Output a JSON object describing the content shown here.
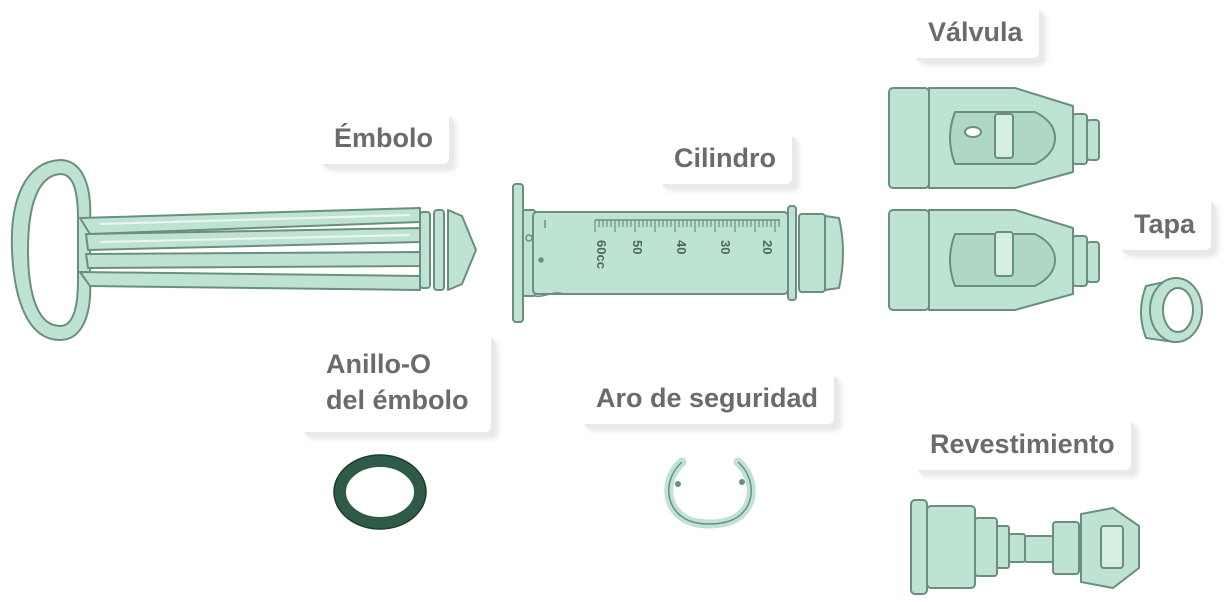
{
  "labels": {
    "valve": "Válvula",
    "plunger": "Émbolo",
    "barrel": "Cilindro",
    "cap": "Tapa",
    "oring_line1": "Anillo-O",
    "oring_line2": "del émbolo",
    "ring": "Aro de seguridad",
    "sleeve": "Revestimiento"
  },
  "barrel_scale": [
    "60cc",
    "50",
    "40",
    "30",
    "20"
  ],
  "colors": {
    "part_fill": "#bfe3d3",
    "part_stroke": "#6a8f80",
    "oring": "#2d5b48",
    "label_text": "#6b6b6b"
  }
}
